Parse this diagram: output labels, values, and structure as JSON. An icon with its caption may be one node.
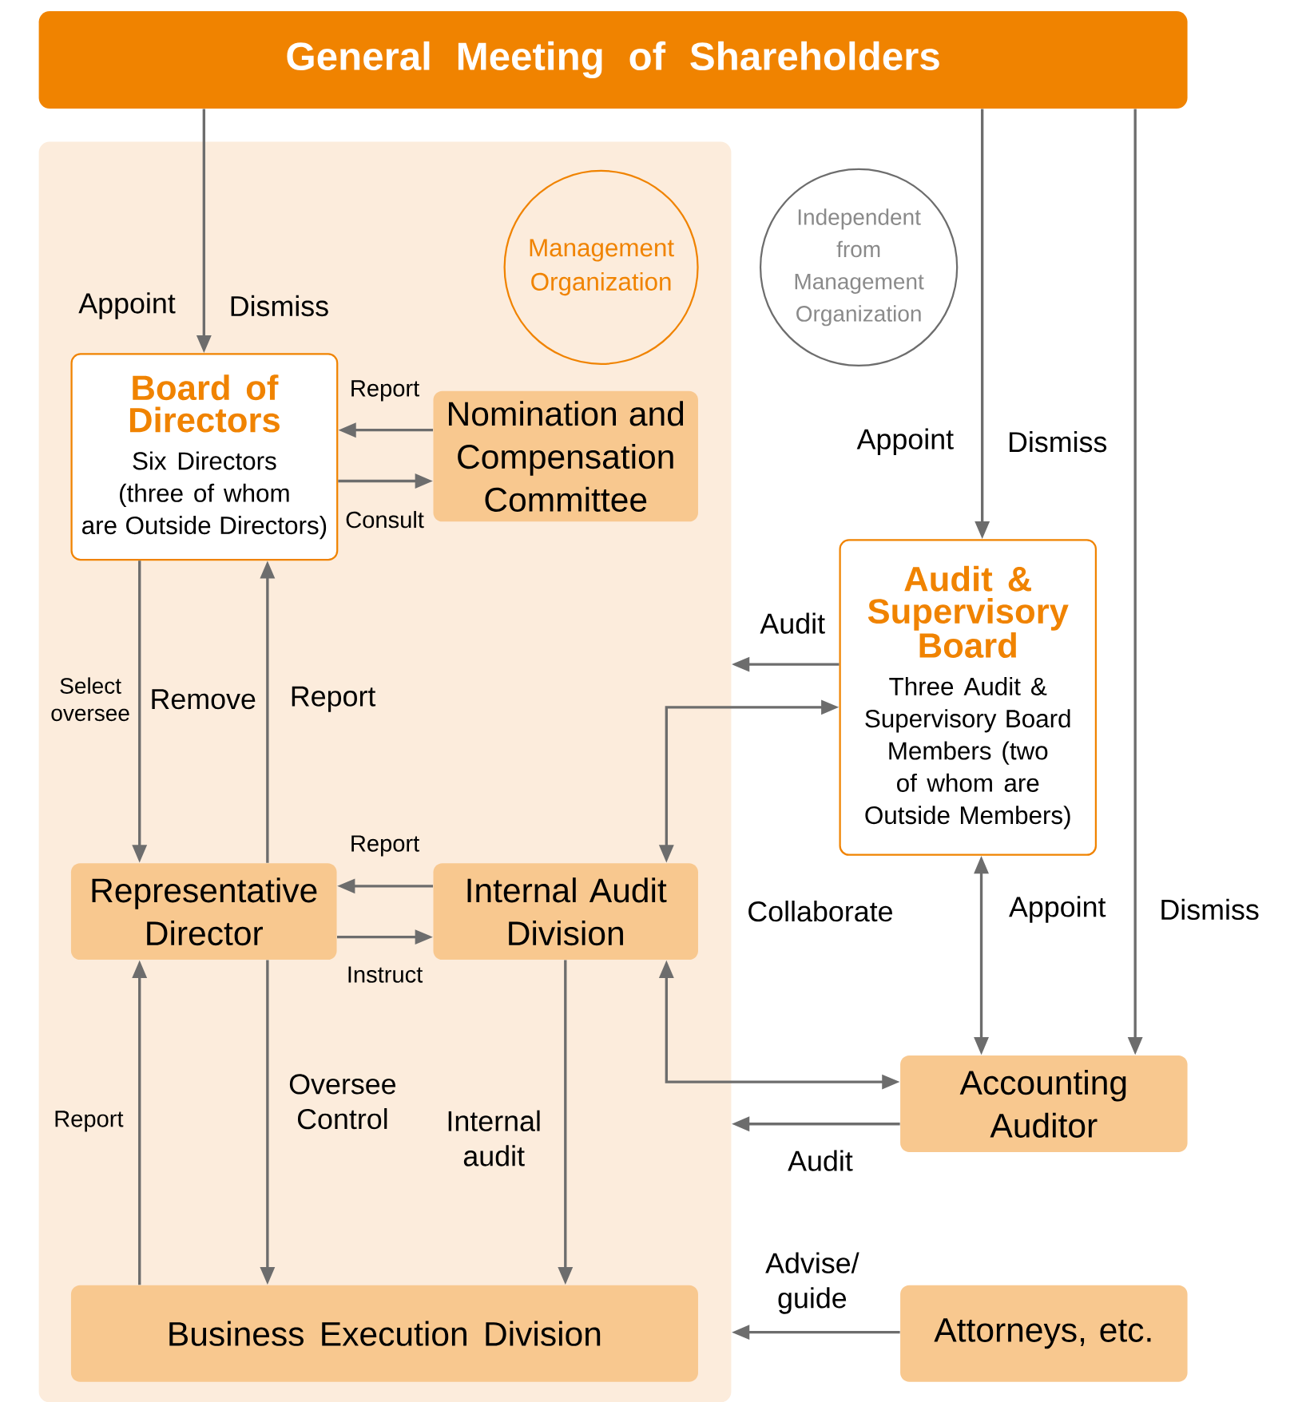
{
  "diagram": {
    "nodes": [
      {
        "text": [
          "General Meeting of Shareholders"
        ]
      },
      {
        "text": [],
        "shape": "box"
      },
      {
        "text": [
          "Management Organization"
        ],
        "in": 1
      },
      {
        "text": [
          "Independent from Management Organization"
        ]
      },
      {
        "text": [
          "Board of Directors",
          "Six Directors (three of whom are Outside Directors)"
        ],
        "in": 1
      },
      {
        "text": [
          "Nomination and Compensation Committee"
        ],
        "in": 1
      },
      {
        "text": [
          "Audit & Supervisory Board",
          "Three Audit & Supervisory Board Members (two of whom are Outside Members)"
        ]
      },
      {
        "text": [
          "Representative Director"
        ],
        "in": 1
      },
      {
        "text": [
          "Internal Audit Division"
        ],
        "in": 1
      },
      {
        "text": [
          "Accounting Auditor"
        ]
      },
      {
        "text": [
          "Business Execution Division"
        ],
        "in": 1
      },
      {
        "text": [
          "Attorneys, etc."
        ]
      }
    ],
    "edges": [
      {
        "from": 0,
        "to": 4,
        "arrow": "to"
      },
      {
        "from": 0,
        "to": 6,
        "arrow": "to"
      },
      {
        "from": 0,
        "to": 9,
        "arrow": "to"
      },
      {
        "from": 5,
        "to": 4,
        "arrow": "to",
        "label": "Report"
      },
      {
        "from": 4,
        "to": 5,
        "arrow": "to",
        "label": "Consult"
      },
      {
        "from": 4,
        "to": 7,
        "arrow": "to"
      },
      {
        "from": 7,
        "to": 4,
        "arrow": "to",
        "label": "Report"
      },
      {
        "from": 8,
        "to": 7,
        "arrow": "to",
        "label": "Report"
      },
      {
        "from": 7,
        "to": 8,
        "arrow": "to",
        "label": "Instruct"
      },
      {
        "from": 6,
        "to": 1,
        "arrow": "to",
        "label": "Audit"
      },
      {
        "from": 6,
        "to": 8,
        "arrow": "both"
      },
      {
        "from": 6,
        "to": 9,
        "arrow": "both"
      },
      {
        "from": 8,
        "to": 9,
        "arrow": "both"
      },
      {
        "from": 9,
        "to": 1,
        "arrow": "to",
        "label": "Audit"
      },
      {
        "from": 8,
        "to": 10,
        "arrow": "to",
        "label": "Internal audit"
      },
      {
        "from": 7,
        "to": 10,
        "arrow": "to",
        "label": "Oversee Control"
      },
      {
        "from": 10,
        "to": 7,
        "arrow": "to",
        "label": "Report"
      },
      {
        "from": 11,
        "to": 1,
        "arrow": "to",
        "label": "Advise/ guide"
      }
    ],
    "labels": [
      "Appoint",
      "Dismiss",
      "Appoint",
      "Dismiss",
      "Select oversee",
      "Remove",
      "Collaborate",
      "Appoint",
      "Dismiss"
    ]
  }
}
